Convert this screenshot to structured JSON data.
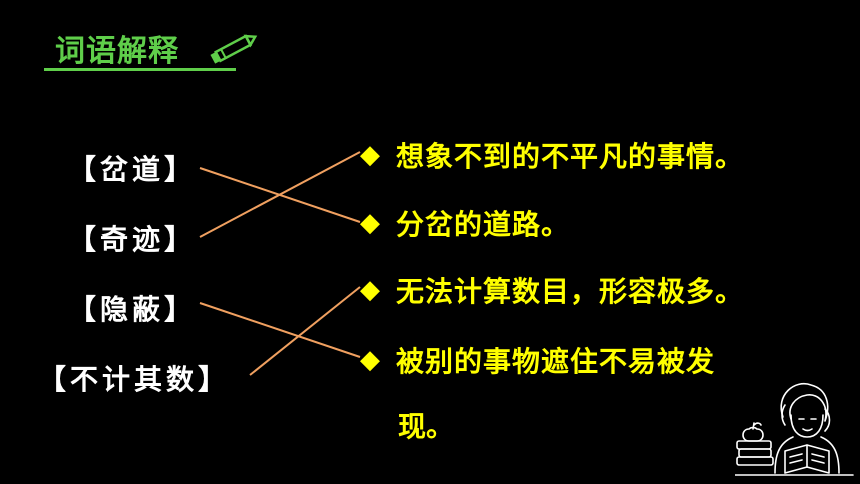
{
  "slide": {
    "title": "词语解释",
    "terms": [
      {
        "label": "【岔道】"
      },
      {
        "label": "【奇迹】"
      },
      {
        "label": "【隐蔽】"
      },
      {
        "label": "【不计其数】"
      }
    ],
    "definitions": [
      {
        "text": "想象不到的不平凡的事情。"
      },
      {
        "text": "分岔的道路。"
      },
      {
        "text": "无法计算数目，形容极多。"
      },
      {
        "text": "被别的事物遮住不易被发"
      }
    ],
    "definition_continuation": "现。",
    "bullet_icon": "diamond-icon",
    "colors": {
      "background": "#000000",
      "title": "#5fce4a",
      "term": "#ffffff",
      "definition": "#ffff00",
      "connector": "#f0a060"
    }
  }
}
